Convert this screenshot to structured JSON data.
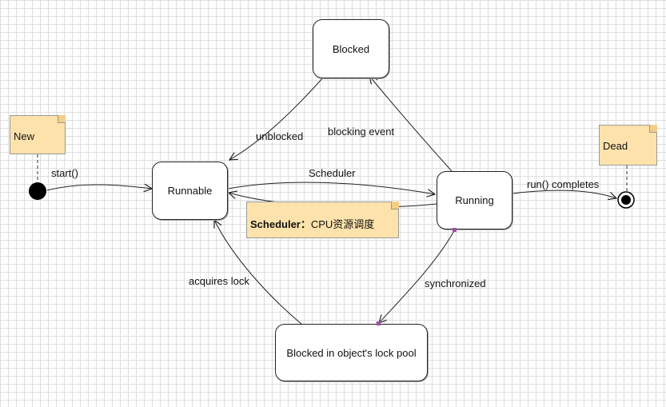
{
  "states": {
    "blocked": "Blocked",
    "runnable": "Runnable",
    "running": "Running",
    "lock_pool": "Blocked in object's lock pool"
  },
  "notes": {
    "new": "New",
    "dead": "Dead",
    "scheduler_title": "Scheduler：",
    "scheduler_text": "CPU资源调度"
  },
  "transitions": {
    "start": "start()",
    "unblocked": "unblocked",
    "blocking_event": "blocking event",
    "scheduler": "Scheduler",
    "run_completes": "run() completes",
    "synchronized": "synchronized",
    "acquires_lock": "acquires lock"
  },
  "colors": {
    "note_fill": "#fde3ab",
    "grid": "#dedede",
    "handle": "#a04fa8"
  }
}
